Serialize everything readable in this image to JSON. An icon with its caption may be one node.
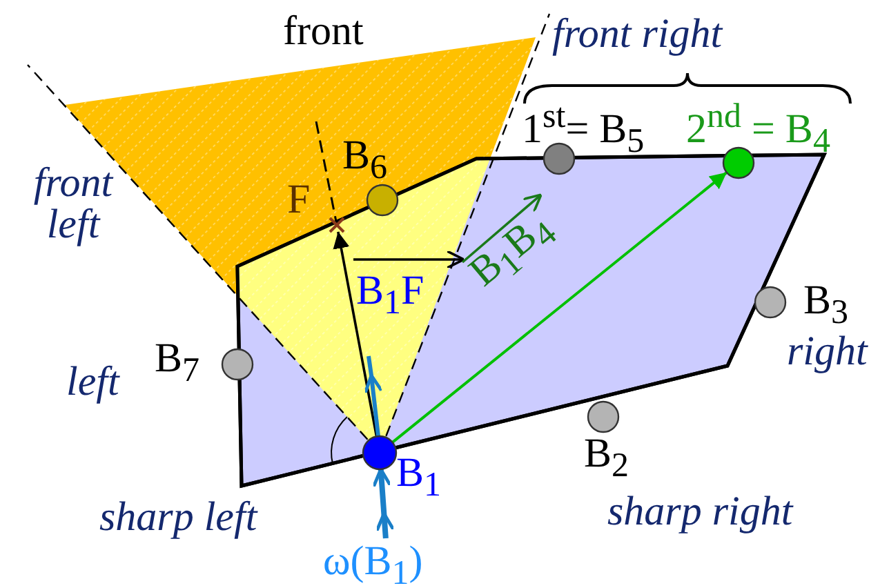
{
  "diagram": {
    "nodes": [
      {
        "text": [],
        "shape": "circle",
        "beside": [
          "B$_{6}$"
        ]
      },
      {
        "text": [],
        "shape": "cross",
        "beside": [
          "F"
        ]
      },
      {
        "text": [],
        "shape": "circle",
        "beside": [
          "1$^{st}$= B$_{5}$"
        ]
      },
      {
        "text": [],
        "shape": "circle",
        "beside": [
          "2$^{nd}$ = B$_{4}$"
        ]
      },
      {
        "text": [],
        "shape": "circle",
        "beside": [
          "B$_{3}$"
        ]
      },
      {
        "text": [],
        "shape": "circle",
        "beside": [
          "B$_{7}$"
        ]
      },
      {
        "text": [],
        "shape": "circle",
        "beside": [
          "B$_{1}$"
        ]
      },
      {
        "text": [],
        "shape": "circle",
        "beside": [
          "B$_{2}$"
        ]
      },
      {
        "text": [
          "ω(B$_{1}$)"
        ]
      }
    ],
    "edges": [
      {
        "from": 6,
        "to": 1,
        "arrow": "to"
      },
      {
        "from": 6,
        "to": 3,
        "arrow": "to",
        "color": "#00c000"
      },
      {
        "from": 8,
        "to": 6,
        "arrow": "to",
        "style": "thick",
        "color": "#1a7fc8"
      }
    ],
    "labels": [
      "front",
      "front right",
      "front left",
      "left",
      "right",
      "sharp left",
      "sharp right",
      "B$_{1}$F",
      "B$_{1}$B$_{4}$"
    ]
  }
}
